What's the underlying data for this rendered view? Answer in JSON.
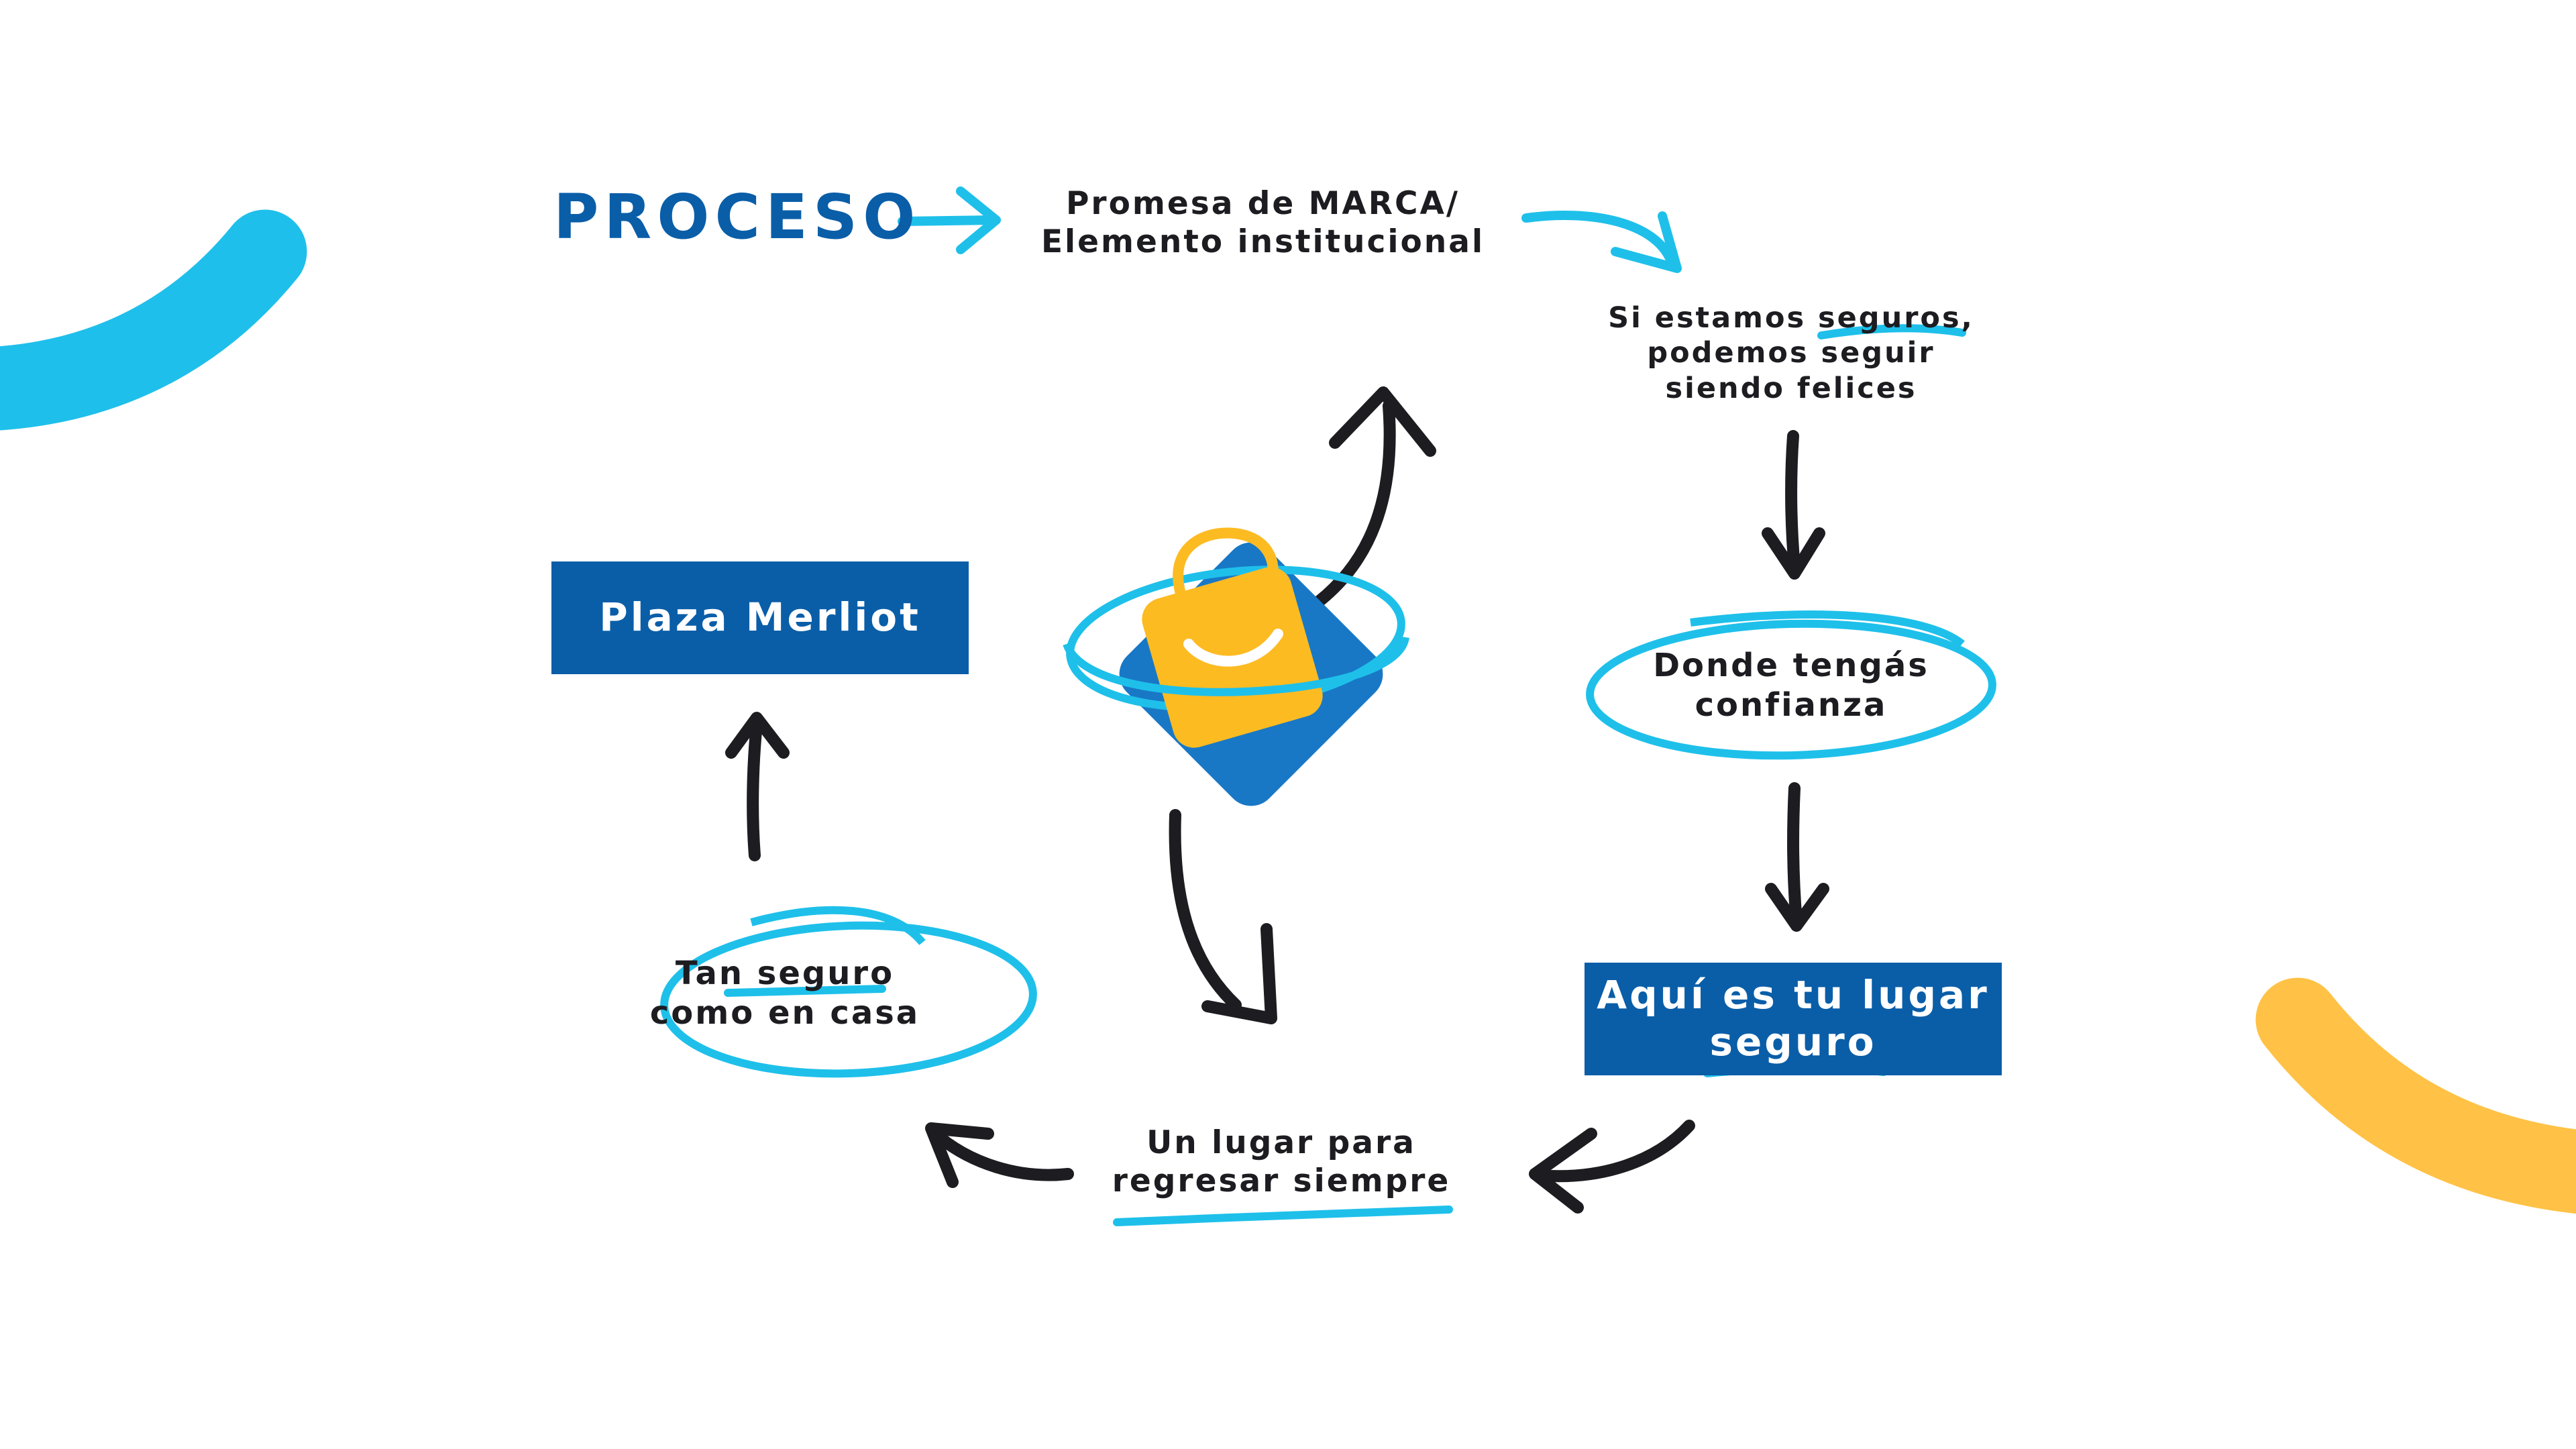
{
  "title": "PROCESO",
  "brand_promise": {
    "line1": "Promesa de MARCA/",
    "line2": "Elemento institucional"
  },
  "nodes": {
    "seguros": {
      "line1": "Si estamos seguros,",
      "line2": "podemos seguir",
      "line3": "siendo felices"
    },
    "confianza": {
      "line1": "Donde tengás",
      "line2": "confianza"
    },
    "lugar_seguro": {
      "line1": "Aquí es tu lugar",
      "line2": "seguro"
    },
    "regresar": {
      "line1": "Un lugar para",
      "line2": "regresar siempre"
    },
    "casa": {
      "line1": "Tan seguro",
      "line2": "como en casa"
    },
    "plaza": {
      "label": "Plaza Merliot"
    }
  },
  "icons": {
    "center": "shopping-bag-logo-icon"
  },
  "colors": {
    "brand_blue": "#0a5ea8",
    "cyan": "#1ec0ea",
    "yellow": "#ffc246",
    "ink": "#1c1c21"
  }
}
